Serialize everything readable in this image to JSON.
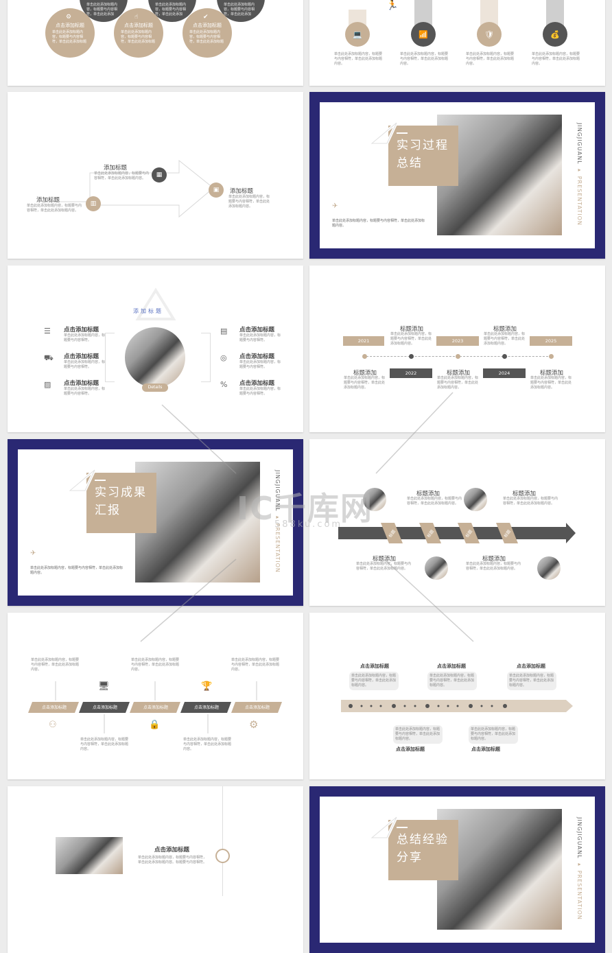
{
  "s1": {
    "titles": [
      "点击添加标题",
      "点击添加标题",
      "点击添加标题"
    ],
    "desc": "单击此处添加标题内容，标题要与内容相符，单击此处添加标题",
    "top_desc": "单击此处添加标题内容，标题要与内容相符，单击此处添加"
  },
  "s2": {
    "desc": "单击此处添加标题内容，标题要与内容相符，单击此处添加标题内容。"
  },
  "s3": {
    "t1": "添加标题",
    "t2": "添加标题",
    "t3": "添加标题",
    "desc": "单击此处添加标题内容，标题要与内容相符，单击此处添加标题内容。"
  },
  "s4": {
    "title_l1": "实习过程",
    "title_l2": "总结",
    "vert1": "JINGJIGUANL",
    "vert2": "PRESENTATION",
    "desc": "单击此处添加标题内容，标题要与内容相符，单击此处添加标题内容。"
  },
  "s5": {
    "center_title": "添加标题",
    "details": "Details",
    "items": [
      "点击添加标题",
      "点击添加标题",
      "点击添加标题",
      "点击添加标题",
      "点击添加标题",
      "点击添加标题"
    ],
    "desc": "单击此处添加标题内容，标题要与内容相符。"
  },
  "s6": {
    "years": [
      "2021",
      "2022",
      "2023",
      "2024",
      "2025"
    ],
    "label": "标题添加",
    "desc": "单击此处添加标题内容，标题要与内容相符，单击此处添加标题内容。"
  },
  "s7": {
    "title_l1": "实习成果",
    "title_l2": "汇报",
    "vert1": "JINGJIGUANL",
    "vert2": "PRESENTATION",
    "desc": "单击此处添加标题内容，标题要与内容相符，单击此处添加标题内容。"
  },
  "s8": {
    "label": "标题添加",
    "step": "标题",
    "desc": "单击此处添加标题内容，标题要与内容相符，单击此处添加标题内容。"
  },
  "s9": {
    "tag": "点击添加标题",
    "desc": "单击此处添加标题内容，标题要与内容相符，单击此处添加标题内容。"
  },
  "s10": {
    "title": "点击添加标题",
    "desc": "单击此处添加标题内容，标题要与内容相符，单击此处添加标题内容。"
  },
  "s11": {
    "title": "点击添加标题",
    "desc": "单击此处添加标题内容，标题要与内容相符，单击此处添加标题内容。标题要与内容相符。"
  },
  "s12": {
    "title_l1": "总结经验",
    "title_l2": "分享",
    "vert1": "JINGJIGUANL",
    "vert2": "PRESENTATION"
  },
  "watermark": {
    "main": "千库网",
    "sub": "588ku.com"
  },
  "colors": {
    "tan": "#c6b096",
    "navy": "#2a2873",
    "dark": "#555555"
  }
}
